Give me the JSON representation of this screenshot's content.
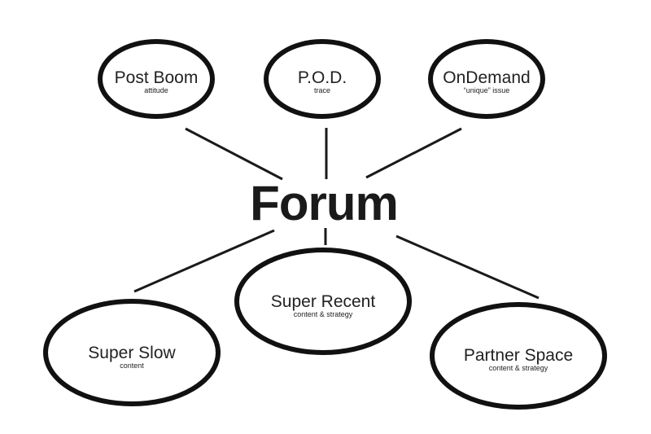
{
  "center": {
    "title": "Forum"
  },
  "nodes": [
    {
      "id": "post-boom",
      "title": "Post Boom",
      "subtitle": "attitude"
    },
    {
      "id": "pod",
      "title": "P.O.D.",
      "subtitle": "trace"
    },
    {
      "id": "ondemand",
      "title": "OnDemand",
      "subtitle": "“unique” issue"
    },
    {
      "id": "super-slow",
      "title": "Super Slow",
      "subtitle": "content"
    },
    {
      "id": "super-recent",
      "title": "Super Recent",
      "subtitle": "content & strategy"
    },
    {
      "id": "partner-space",
      "title": "Partner Space",
      "subtitle": "content & strategy"
    }
  ],
  "colors": {
    "stroke": "#111111",
    "text": "#222222",
    "background": "#ffffff"
  }
}
